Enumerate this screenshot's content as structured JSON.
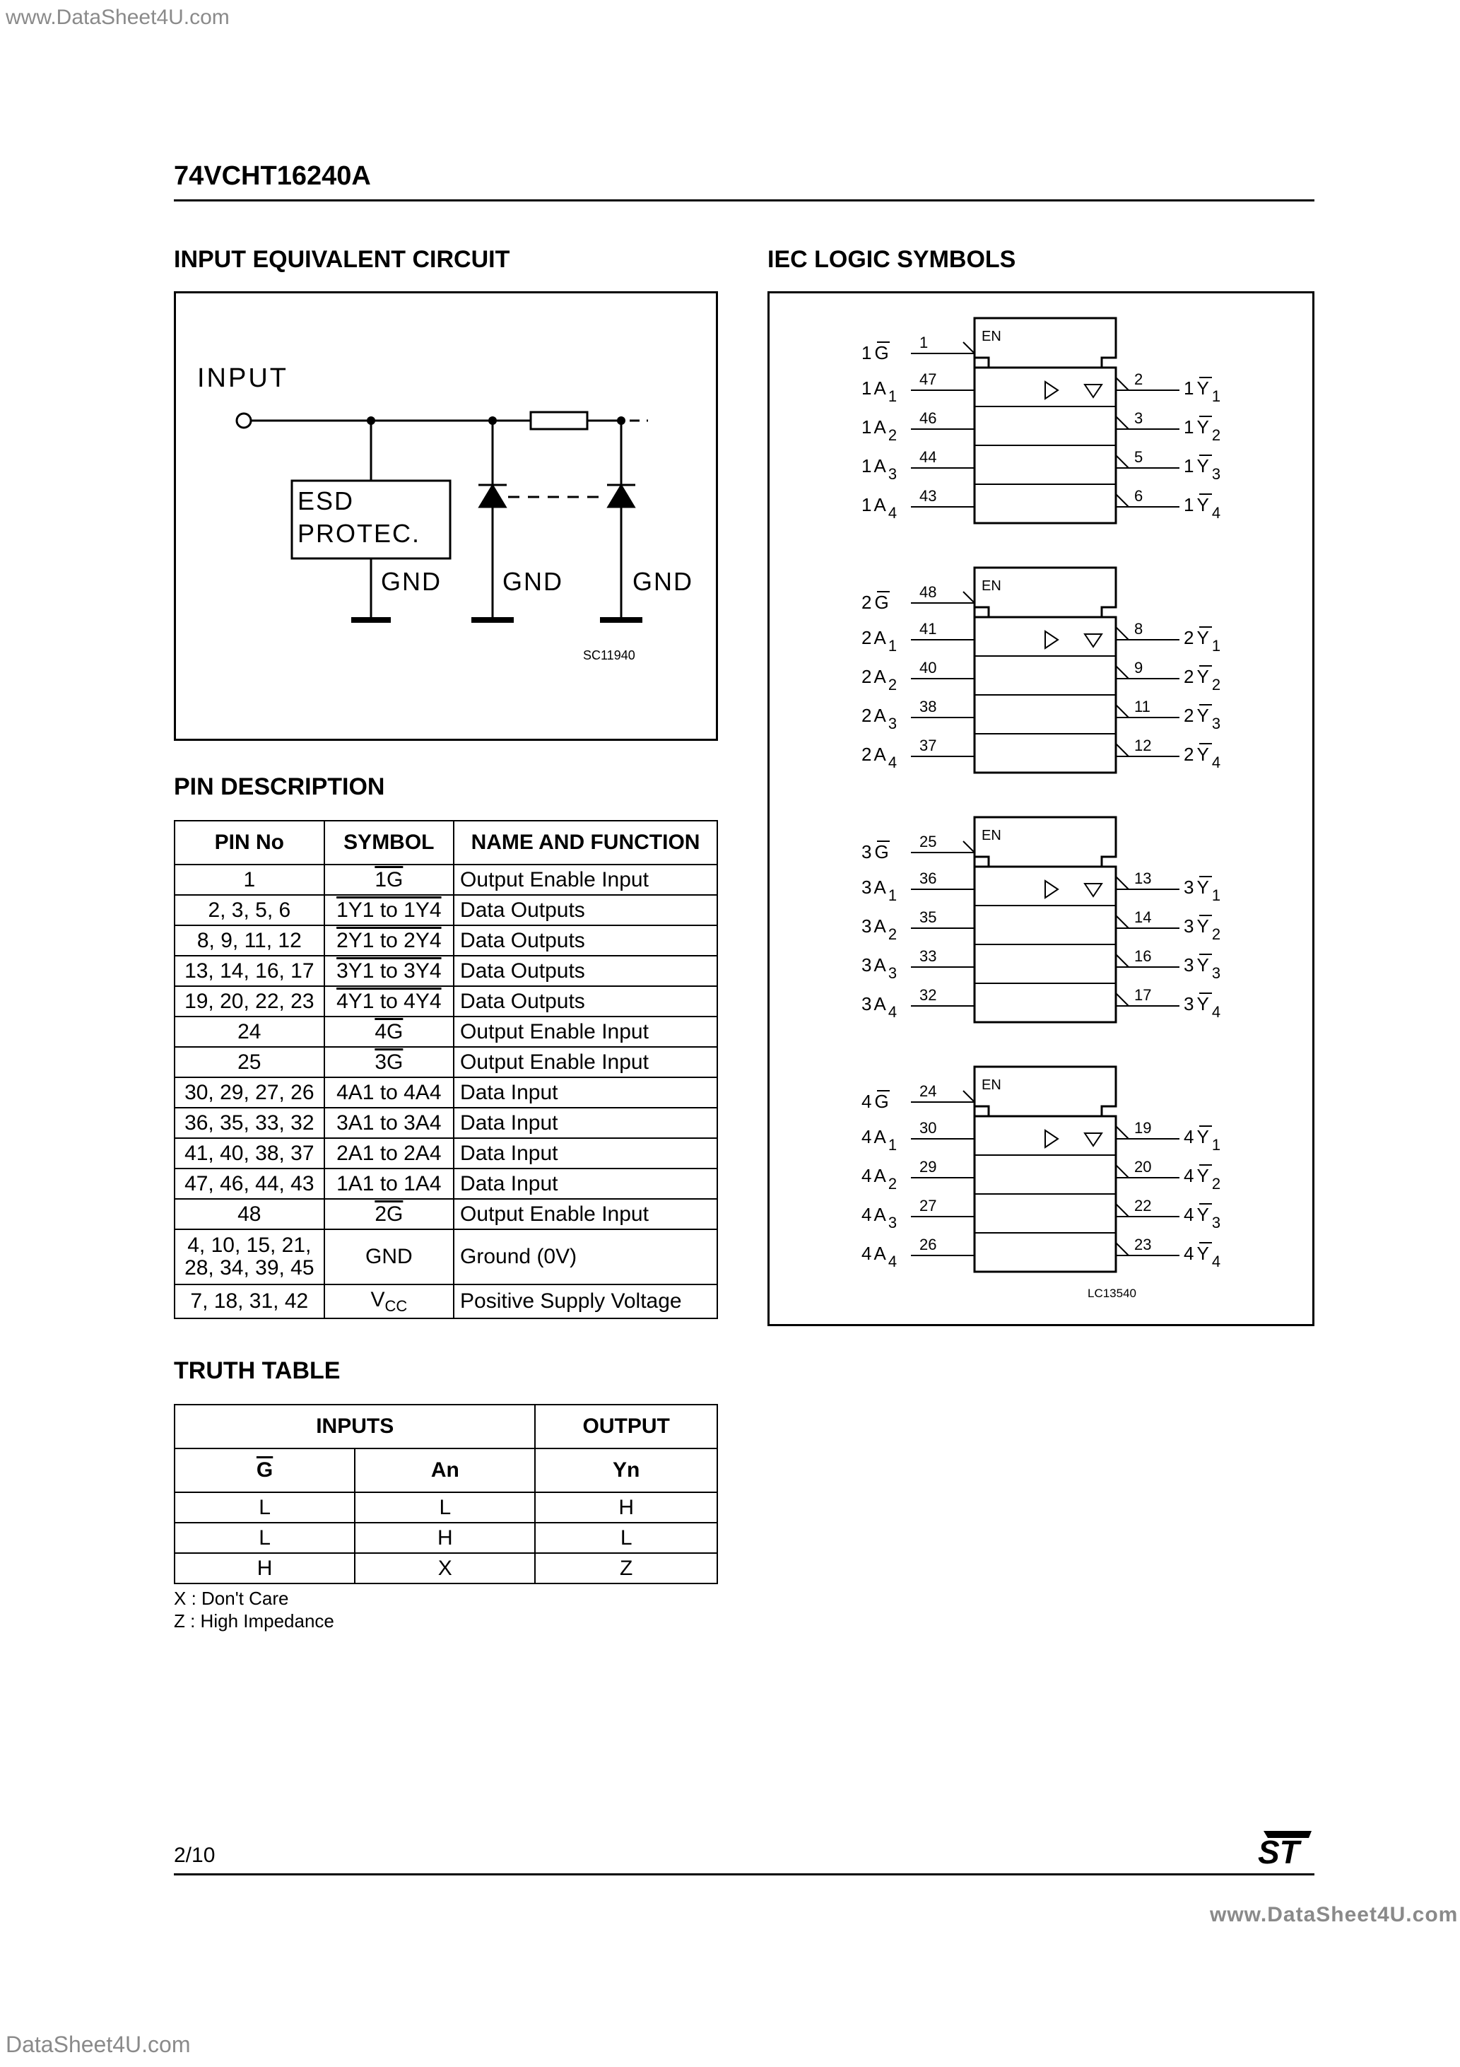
{
  "watermarks": {
    "top_left": "www.DataSheet4U.com",
    "bottom_right": "www.DataSheet4U.com",
    "bottom_left": "DataSheet4U.com"
  },
  "document": {
    "part_number": "74VCHT16240A",
    "page": "2/10",
    "logo": "ST"
  },
  "input_circuit": {
    "title": "INPUT EQUIVALENT CIRCUIT",
    "input_label": "INPUT",
    "esd_line1": "ESD",
    "esd_line2": "PROTEC.",
    "gnd1": "GND",
    "gnd2": "GND",
    "gnd3": "GND",
    "code": "SC11940"
  },
  "pin_description": {
    "title": "PIN DESCRIPTION",
    "headers": [
      "PIN No",
      "SYMBOL",
      "NAME AND FUNCTION"
    ],
    "rows": [
      {
        "pin": "1",
        "symbol": "1G",
        "function": "Output Enable Input"
      },
      {
        "pin": "2, 3, 5, 6",
        "symbol": "1Y1 to 1Y4",
        "function": "Data Outputs"
      },
      {
        "pin": "8, 9, 11, 12",
        "symbol": "2Y1 to 2Y4",
        "function": "Data Outputs"
      },
      {
        "pin": "13, 14, 16, 17",
        "symbol": "3Y1 to 3Y4",
        "function": "Data Outputs"
      },
      {
        "pin": "19, 20, 22, 23",
        "symbol": "4Y1 to 4Y4",
        "function": "Data Outputs"
      },
      {
        "pin": "24",
        "symbol": "4G",
        "function": "Output Enable Input"
      },
      {
        "pin": "25",
        "symbol": "3G",
        "function": "Output Enable Input"
      },
      {
        "pin": "30, 29, 27, 26",
        "symbol": "4A1 to 4A4",
        "function": "Data Input"
      },
      {
        "pin": "36, 35, 33, 32",
        "symbol": "3A1 to 3A4",
        "function": "Data Input"
      },
      {
        "pin": "41, 40, 38, 37",
        "symbol": "2A1 to 2A4",
        "function": "Data Input"
      },
      {
        "pin": "47, 46, 44, 43",
        "symbol": "1A1 to 1A4",
        "function": "Data Input"
      },
      {
        "pin": "48",
        "symbol": "2G",
        "function": "Output Enable Input"
      },
      {
        "pin_line1": "4, 10, 15, 21,",
        "pin_line2": "28, 34, 39, 45",
        "symbol": "GND",
        "function": "Ground (0V)"
      },
      {
        "pin": "7, 18, 31, 42",
        "symbol": "V",
        "symbol_sub": "CC",
        "function": "Positive Supply Voltage"
      }
    ]
  },
  "truth_table": {
    "title": "TRUTH TABLE",
    "group_inputs": "INPUTS",
    "group_output": "OUTPUT",
    "col_g": "G",
    "col_an": "An",
    "col_yn": "Yn",
    "rows": [
      [
        "L",
        "L",
        "H"
      ],
      [
        "L",
        "H",
        "L"
      ],
      [
        "H",
        "X",
        "Z"
      ]
    ],
    "note1": "X : Don't Care",
    "note2": "Z : High Impedance"
  },
  "iec": {
    "title": "IEC LOGIC SYMBOLS",
    "code": "LC13540",
    "en": "EN",
    "groups": [
      {
        "g": "1G",
        "g_pin": "1",
        "inputs": [
          "1A1",
          "1A2",
          "1A3",
          "1A4"
        ],
        "in_pins": [
          "47",
          "46",
          "44",
          "43"
        ],
        "outputs": [
          "1Y1",
          "1Y2",
          "1Y3",
          "1Y4"
        ],
        "out_pins": [
          "2",
          "3",
          "5",
          "6"
        ]
      },
      {
        "g": "2G",
        "g_pin": "48",
        "inputs": [
          "2A1",
          "2A2",
          "2A3",
          "2A4"
        ],
        "in_pins": [
          "41",
          "40",
          "38",
          "37"
        ],
        "outputs": [
          "2Y1",
          "2Y2",
          "2Y3",
          "2Y4"
        ],
        "out_pins": [
          "8",
          "9",
          "11",
          "12"
        ]
      },
      {
        "g": "3G",
        "g_pin": "25",
        "inputs": [
          "3A1",
          "3A2",
          "3A3",
          "3A4"
        ],
        "in_pins": [
          "36",
          "35",
          "33",
          "32"
        ],
        "outputs": [
          "3Y1",
          "3Y2",
          "3Y3",
          "3Y4"
        ],
        "out_pins": [
          "13",
          "14",
          "16",
          "17"
        ]
      },
      {
        "g": "4G",
        "g_pin": "24",
        "inputs": [
          "4A1",
          "4A2",
          "4A3",
          "4A4"
        ],
        "in_pins": [
          "30",
          "29",
          "27",
          "26"
        ],
        "outputs": [
          "4Y1",
          "4Y2",
          "4Y3",
          "4Y4"
        ],
        "out_pins": [
          "19",
          "20",
          "22",
          "23"
        ]
      }
    ]
  }
}
